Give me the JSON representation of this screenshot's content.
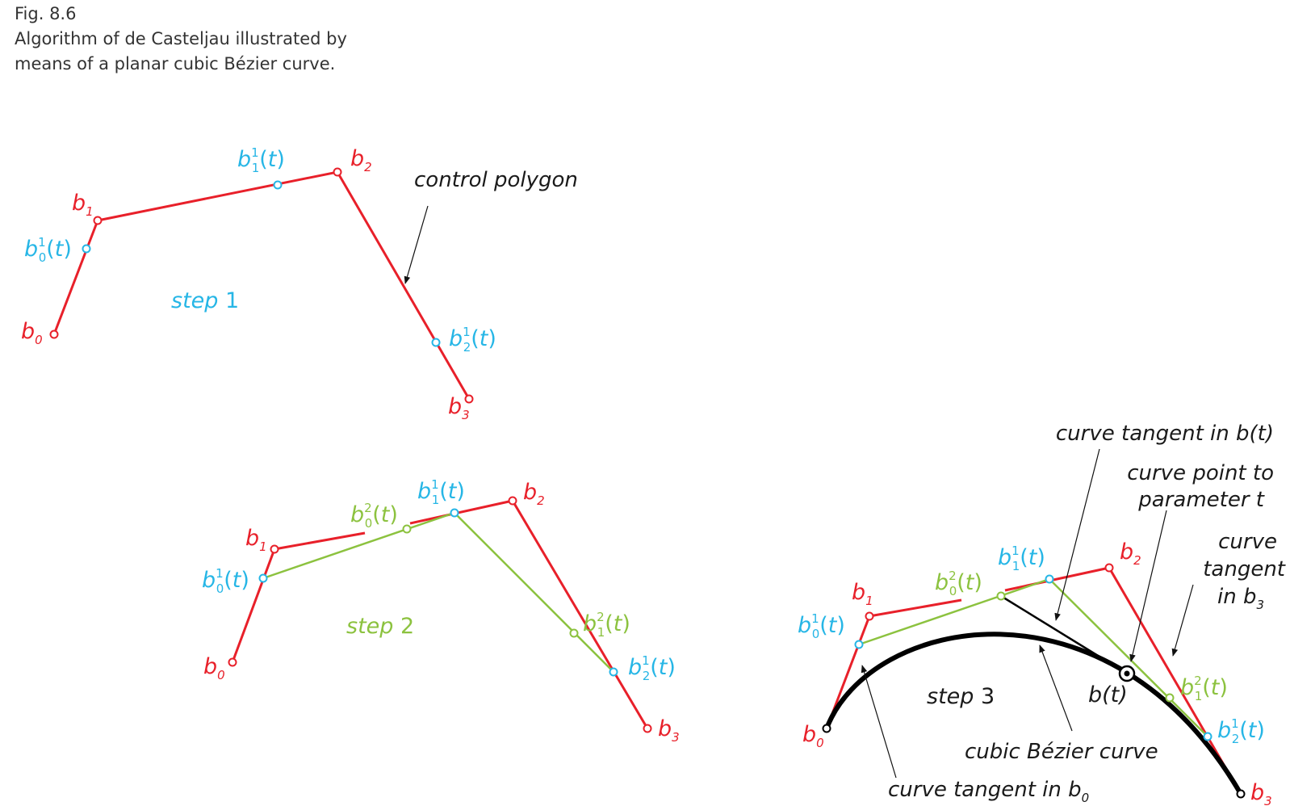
{
  "caption": {
    "fig": "Fig. 8.6",
    "line1": "Algorithm of de Casteljau illustrated by",
    "line2": "means of a planar cubic Bézier curve."
  },
  "colors": {
    "polygon": "#e8202a",
    "level1": "#26b6e6",
    "level2": "#8cc23f",
    "curve": "#000000",
    "text": "#1a1a1a"
  },
  "symbols": {
    "b": "b",
    "t_open": "(",
    "t": "t",
    "t_close": ")",
    "sub0": "0",
    "sub1": "1",
    "sub2": "2",
    "sub3": "3",
    "sup1": "1",
    "sup2": "2"
  },
  "panel1": {
    "step_word": "step",
    "step_num": "1",
    "annotation": "control polygon"
  },
  "panel2": {
    "step_word": "step",
    "step_num": "2"
  },
  "panel3": {
    "step_word": "step",
    "step_num": "3",
    "tangent_bt": "curve tangent in b(t)",
    "curve_point_line1": "curve point to",
    "curve_point_line2": "parameter t",
    "tangent_b3_line1": "curve",
    "tangent_b3_line2": "tangent",
    "tangent_b3_line3": "in b",
    "bezier_label": "cubic Bézier curve",
    "tangent_b0": "curve tangent in b",
    "bt_label": "b(t)"
  }
}
